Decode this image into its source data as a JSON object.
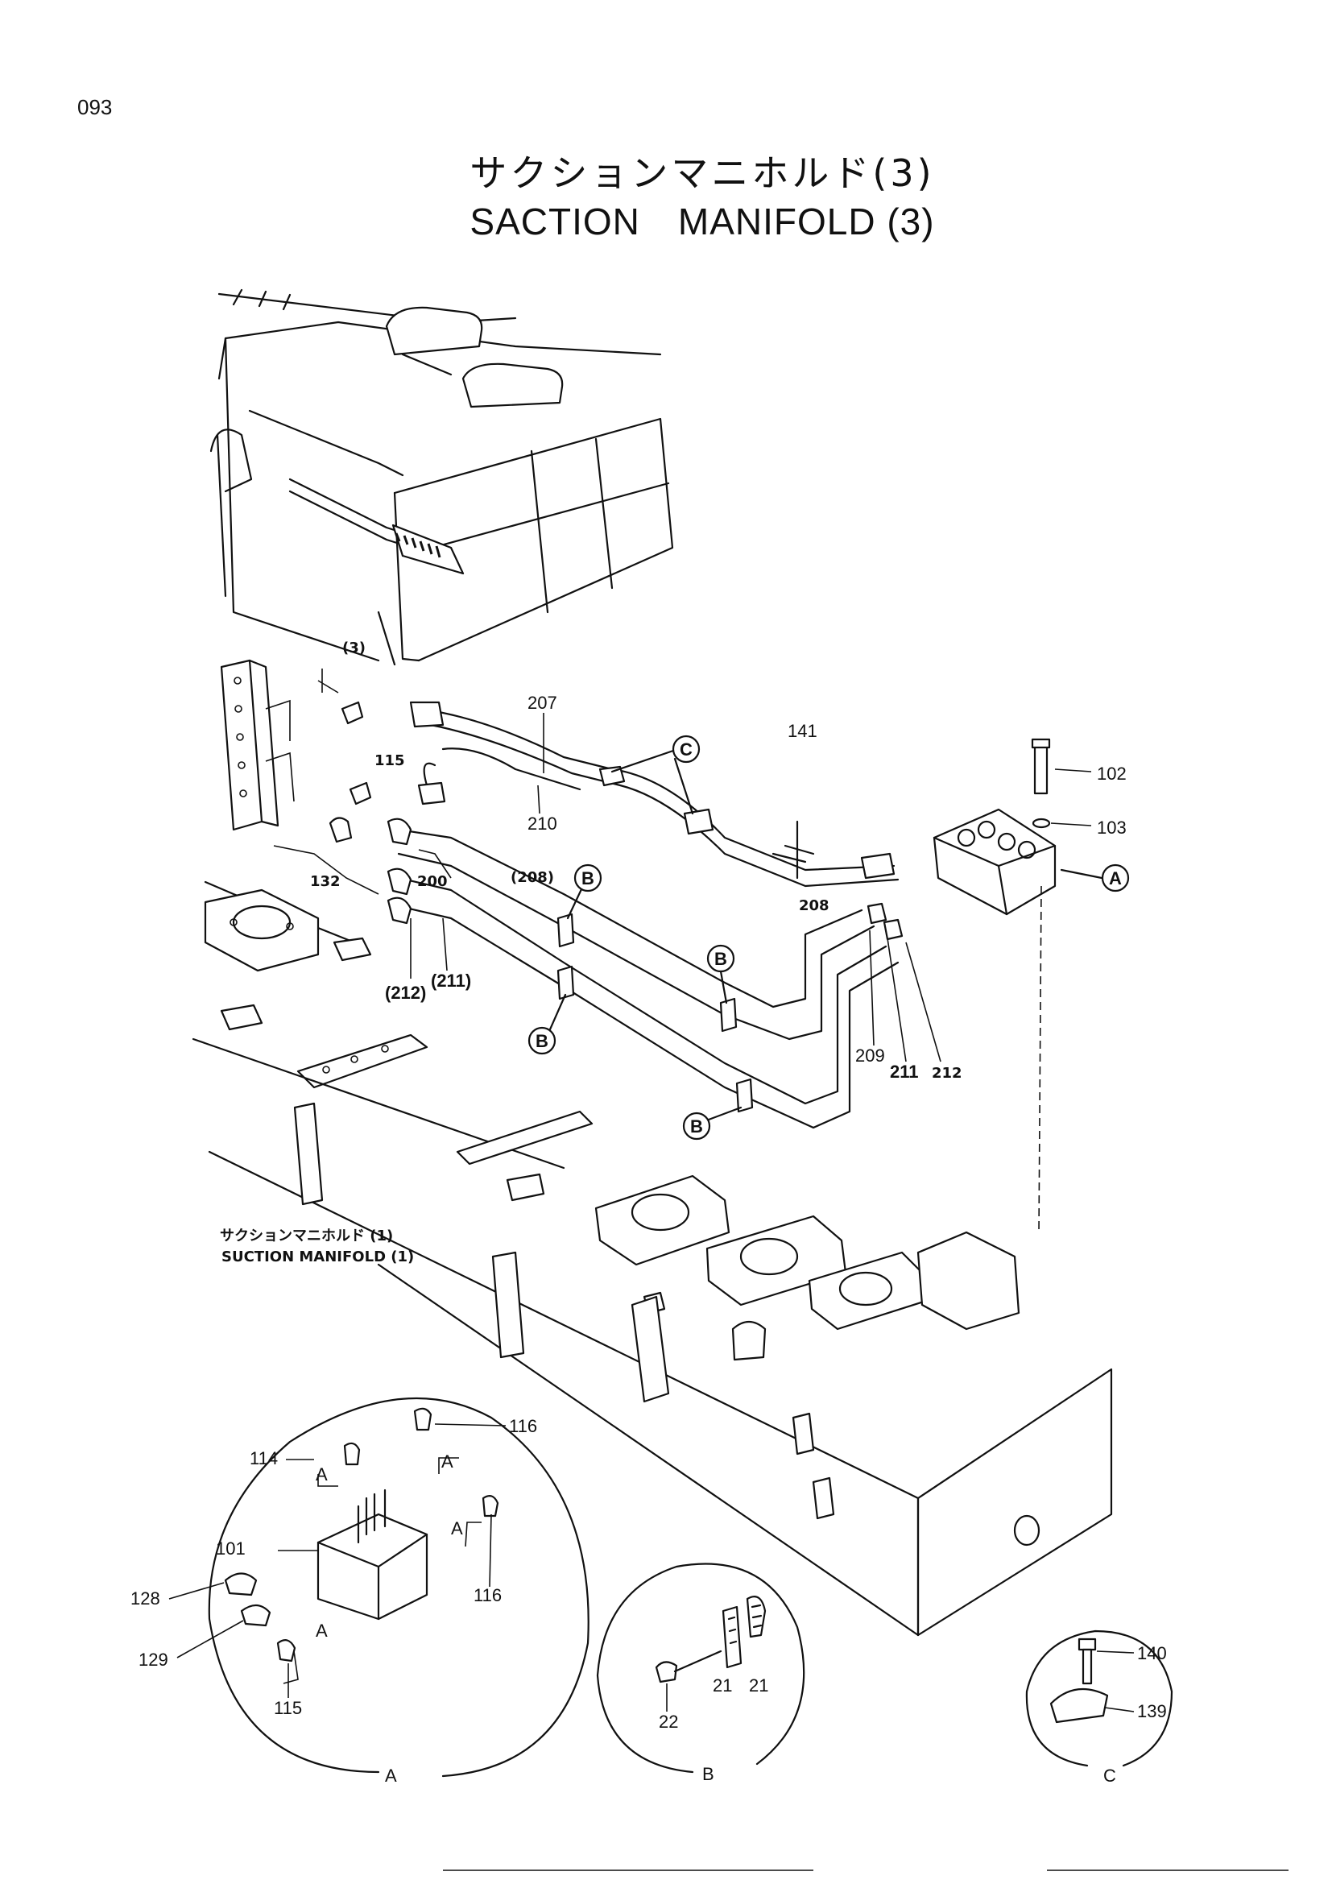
{
  "page": {
    "number": "093"
  },
  "title": {
    "japanese": "サクションマニホルド(3)",
    "english": "SACTION　MANIFOLD (3)"
  },
  "reference_note": {
    "japanese": "サクションマニホルド (1)",
    "english": "SUCTION MANIFOLD (1)"
  },
  "callouts": {
    "A": "A",
    "B": "B",
    "C": "C"
  },
  "part_labels": {
    "p207": "207",
    "p210": "210",
    "p141": "141",
    "p102": "102",
    "p103": "103",
    "p208": "(208)",
    "p212_paren": "(212)",
    "p211_paren": "(211)",
    "p209": "209",
    "p211": "211",
    "p212": "212",
    "p115_hand": "115",
    "p132_hand": "132",
    "p101_hand": "(3)",
    "p200_hand": "200",
    "p208_hand": "208"
  },
  "detail_a": {
    "caption": "A",
    "labels": {
      "p114": "114",
      "p116_top": "116",
      "p101": "101",
      "p128": "128",
      "p129": "129",
      "p116": "116",
      "p115": "115",
      "a1": "A",
      "a2": "A",
      "a3": "A",
      "a4": "A"
    }
  },
  "detail_b": {
    "caption": "B",
    "labels": {
      "p22": "22",
      "p21a": "21",
      "p21b": "21"
    }
  },
  "detail_c": {
    "caption": "C",
    "labels": {
      "p140": "140",
      "p139": "139"
    }
  }
}
